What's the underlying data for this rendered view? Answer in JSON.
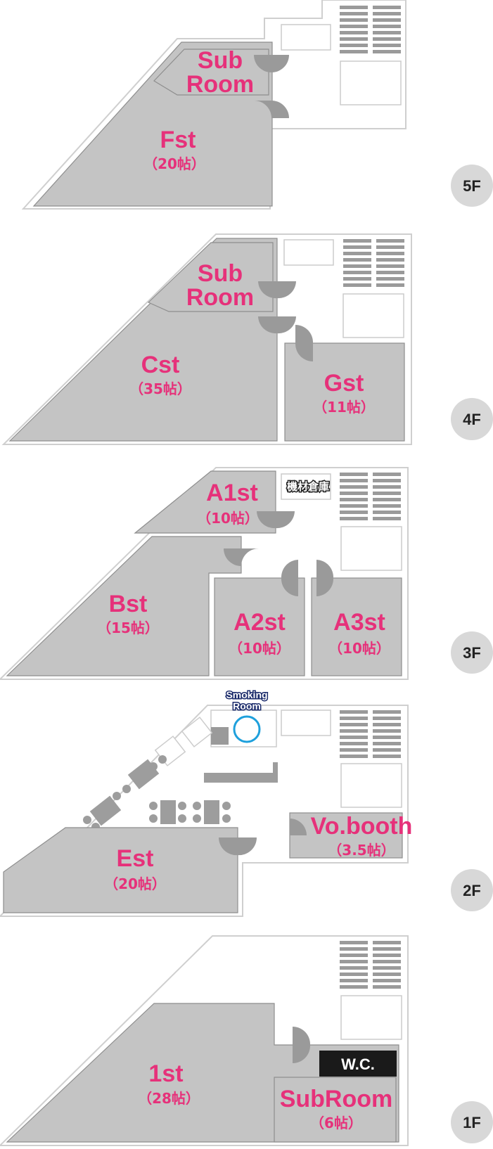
{
  "floors": {
    "f5": {
      "badge": "5F",
      "rooms": [
        {
          "name": "Sub",
          "name2": "Room"
        },
        {
          "name": "Fst",
          "size": "（20帖）"
        }
      ]
    },
    "f4": {
      "badge": "4F",
      "rooms": [
        {
          "name": "Sub",
          "name2": "Room"
        },
        {
          "name": "Cst",
          "size": "（35帖）"
        },
        {
          "name": "Gst",
          "size": "（11帖）"
        }
      ]
    },
    "f3": {
      "badge": "3F",
      "storage_label": "機材倉庫",
      "rooms": [
        {
          "name": "A1st",
          "size": "（10帖）"
        },
        {
          "name": "Bst",
          "size": "（15帖）"
        },
        {
          "name": "A2st",
          "size": "（10帖）"
        },
        {
          "name": "A3st",
          "size": "（10帖）"
        }
      ]
    },
    "f2": {
      "badge": "2F",
      "smoking_label": "Smoking",
      "smoking_label2": "Room",
      "rooms": [
        {
          "name": "Est",
          "size": "（20帖）"
        },
        {
          "name": "Vo.booth",
          "size": "（3.5帖）"
        }
      ]
    },
    "f1": {
      "badge": "1F",
      "wc_label": "W.C.",
      "rooms": [
        {
          "name": "1st",
          "size": "（28帖）"
        },
        {
          "name": "SubRoom",
          "size": "（6帖）"
        }
      ]
    }
  },
  "colors": {
    "accent_text": "#e6317a",
    "room_fill": "#c4c4c4",
    "smoking_circle": "#1ea0dc"
  },
  "icons": [
    "door-swing-icon",
    "stairs-icon",
    "smoking-circle-icon"
  ]
}
